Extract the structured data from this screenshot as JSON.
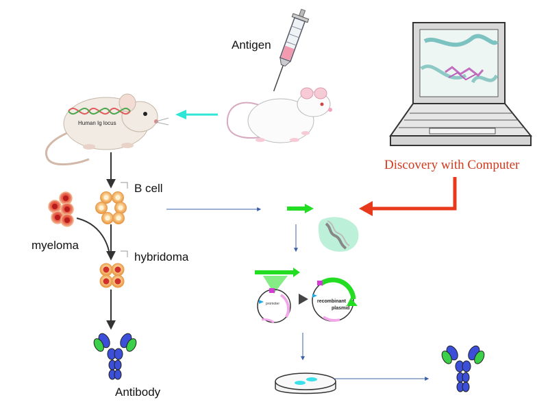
{
  "labels": {
    "antigen": "Antigen",
    "human_ig_locus": "Human Ig locus",
    "b_cell": "B cell",
    "myeloma": "myeloma",
    "hybridoma": "hybridoma",
    "antibody": "Antibody",
    "discovery": "Discovery with Computer",
    "promoter": "promoter",
    "recombinant": "recombinant",
    "plasmid": "plasmid"
  },
  "colors": {
    "arrow_dark": "#333333",
    "arrow_blue": "#3a5fa8",
    "arrow_cyan": "#2ee6d6",
    "arrow_red": "#e8391d",
    "discovery_text": "#d0391c",
    "green": "#22dd22",
    "pink": "#f2a8e8",
    "magenta": "#d43ad4",
    "antibody_blue": "#3b4fd8",
    "antibody_green": "#3ccf4a"
  },
  "icons": [
    "syringe-icon",
    "mouse-icon",
    "laptop-icon",
    "cell-icon",
    "dna-icon",
    "plasmid-icon",
    "petri-dish-icon",
    "antibody-icon"
  ]
}
